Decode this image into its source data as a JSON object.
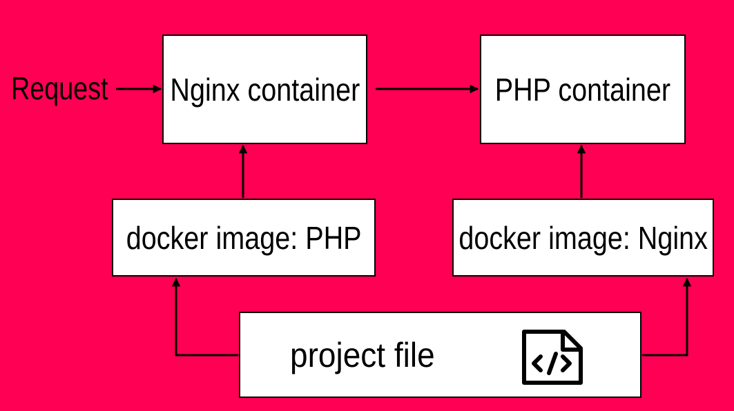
{
  "background_color": "#ff0055",
  "request_label": "Request",
  "nodes": {
    "nginx_container": "Nginx container",
    "php_container": "PHP container",
    "docker_image_php": "docker image: PHP",
    "docker_image_nginx": "docker image: Nginx",
    "project_file": "project file"
  },
  "icons": {
    "project_file_icon": "code-file-icon"
  }
}
